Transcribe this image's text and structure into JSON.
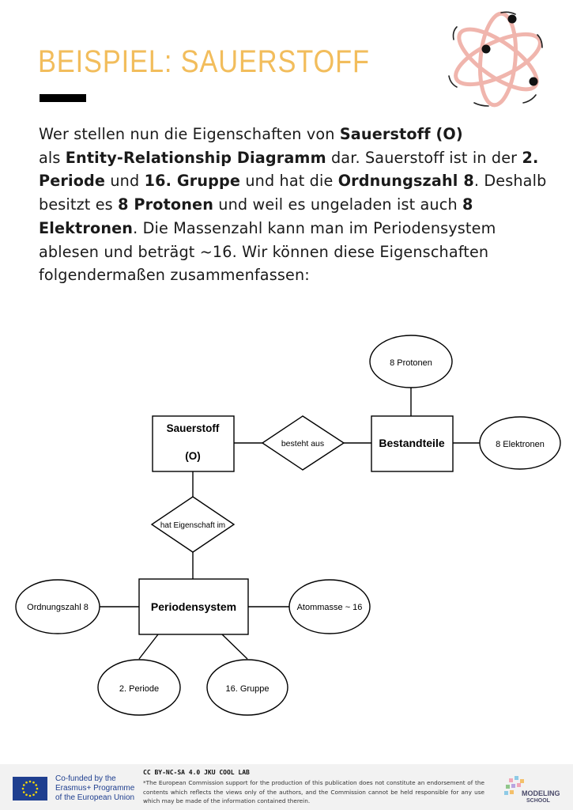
{
  "page": {
    "title": "BEISPIEL: SAUERSTOFF"
  },
  "intro": {
    "parts": [
      {
        "text": "Wer stellen nun die Eigenschaften von ",
        "bold": false
      },
      {
        "text": "Sauerstoff (O)",
        "bold": true
      },
      {
        "text": " als ",
        "bold": false
      },
      {
        "text": "Entity-Relationship Diagramm",
        "bold": true
      },
      {
        "text": " dar. Sauerstoff ist in der ",
        "bold": false
      },
      {
        "text": "2. Periode",
        "bold": true
      },
      {
        "text": " und ",
        "bold": false
      },
      {
        "text": "16. Gruppe",
        "bold": true
      },
      {
        "text": " und hat die ",
        "bold": false
      },
      {
        "text": "Ordnungszahl 8",
        "bold": true
      },
      {
        "text": ". Deshalb besitzt es ",
        "bold": false
      },
      {
        "text": "8 Protonen",
        "bold": true
      },
      {
        "text": " und weil es ungeladen ist auch ",
        "bold": false
      },
      {
        "text": "8 Elektronen",
        "bold": true
      },
      {
        "text": ". Die Massenzahl kann man im Periodensystem ablesen und beträgt ~16. Wir können diese Eigenschaften folgendermaßen zusammenfassen:",
        "bold": false
      }
    ]
  },
  "diagram": {
    "entities": {
      "sauerstoff": {
        "line1": "Sauerstoff",
        "line2": "(O)"
      },
      "bestandteile": "Bestandteile",
      "periodensystem": "Periodensystem"
    },
    "relationships": {
      "besteht_aus": "besteht aus",
      "hat_eigenschaft": "hat Eigenschaft im"
    },
    "attributes": {
      "protonen": "8 Protonen",
      "elektronen": "8 Elektronen",
      "ordnungszahl": "Ordnungszahl 8",
      "atommasse": "Atommasse ~ 16",
      "periode": "2. Periode",
      "gruppe": "16. Gruppe"
    }
  },
  "footer": {
    "eu_lines": [
      "Co-funded by the",
      "Erasmus+ Programme",
      "of the European Union"
    ],
    "license": "CC BY-NC-SA 4.0 JKU COOL LAB",
    "disclaimer": "*The European Commission support for the production of this publication does not constitute an endorsement of the contents which reflects the views only of the authors, and the Commission cannot be held responsible for any use which may be made of the information contained therein.",
    "logo_lines": [
      "MODELING",
      "SCHOOL"
    ]
  },
  "colors": {
    "title": "#f2bd5c",
    "atom_orbit": "#f0b5ad",
    "eu_blue": "#1f3f8f",
    "eu_star": "#ffdd00"
  }
}
